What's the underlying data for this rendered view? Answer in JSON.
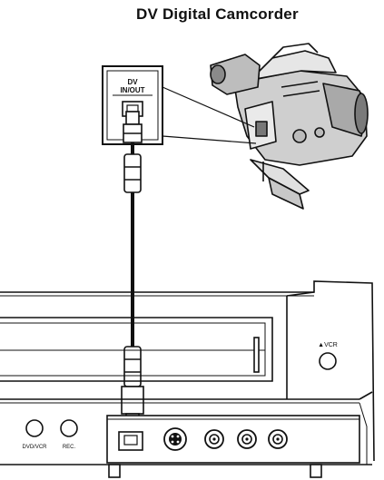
{
  "title": "DV Digital Camcorder",
  "jack_label_line1": "DV",
  "jack_label_line2": "IN/OUT",
  "button_labels": {
    "dvd_vcr": "DVD/VCR",
    "rec": "REC.",
    "eject_vcr": "▲VCR"
  }
}
